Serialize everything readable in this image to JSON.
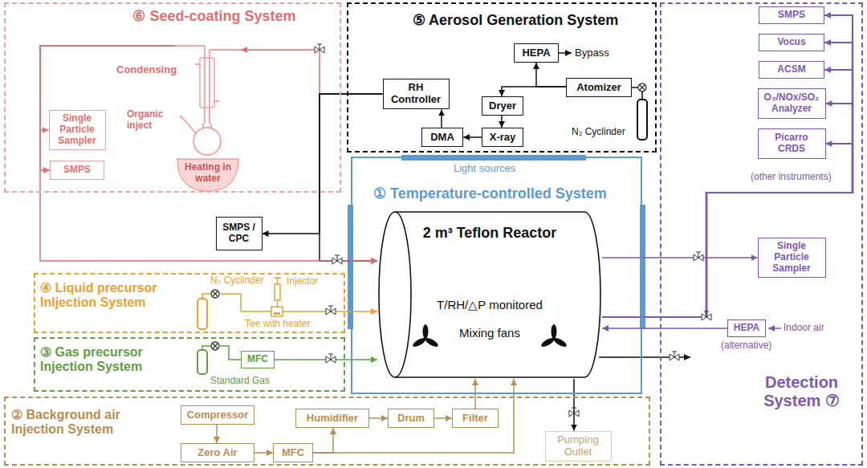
{
  "diagram": {
    "nodes": [
      {
        "text": [
          "⑥ Seed-coating System"
        ]
      },
      {
        "text": [
          "Single Particle Sampler"
        ],
        "in": 0
      },
      {
        "text": [
          "SMPS"
        ],
        "in": 0
      },
      {
        "text": [
          "Heating in water"
        ],
        "in": 0
      },
      {
        "text": [
          "⑤ Aerosol Generation System"
        ]
      },
      {
        "text": [
          "HEPA"
        ],
        "in": 4
      },
      {
        "text": [
          "Atomizer"
        ],
        "in": 4
      },
      {
        "text": [
          "Dryer"
        ],
        "in": 4
      },
      {
        "text": [
          "X-ray"
        ],
        "in": 4
      },
      {
        "text": [
          "DMA"
        ],
        "in": 4
      },
      {
        "text": [
          "RH Controller"
        ],
        "in": 4
      },
      {
        "text": [
          "SMPS / CPC"
        ]
      },
      {
        "text": [
          "① Temperature-controlled System"
        ]
      },
      {
        "text": [
          "2 m³ Teflon Reactor",
          "T/RH/△P monitored",
          "Mixing fans"
        ],
        "in": 12
      },
      {
        "text": [
          "Detection System ⑦"
        ]
      },
      {
        "text": [
          "SMPS"
        ],
        "in": 14
      },
      {
        "text": [
          "Vocus"
        ],
        "in": 14
      },
      {
        "text": [
          "ACSM"
        ],
        "in": 14
      },
      {
        "text": [
          "O₃/NOx/SO₂ Analyzer"
        ],
        "in": 14
      },
      {
        "text": [
          "Picarro CRDS"
        ],
        "in": 14
      },
      {
        "text": [
          "Single Particle Sampler"
        ],
        "in": 14
      },
      {
        "text": [
          "HEPA"
        ],
        "in": 14
      },
      {
        "text": [
          "④ Liquid precursor Inljection System"
        ]
      },
      {
        "text": [
          "③ Gas precursor Injection System"
        ]
      },
      {
        "text": [
          "MFC"
        ],
        "in": 23
      },
      {
        "text": [
          "② Background air Injection System"
        ]
      },
      {
        "text": [
          "Compressor"
        ],
        "in": 25
      },
      {
        "text": [
          "Zero Air"
        ],
        "in": 25
      },
      {
        "text": [
          "MFC"
        ],
        "in": 25
      },
      {
        "text": [
          "Humidifier"
        ],
        "in": 25
      },
      {
        "text": [
          "Drum"
        ],
        "in": 25
      },
      {
        "text": [
          "Filter"
        ],
        "in": 25
      },
      {
        "text": [
          "Pumping Outlet"
        ],
        "in": 25
      }
    ],
    "edges": [
      {
        "from": 6,
        "to": 5,
        "arrow": "to"
      },
      {
        "from": 6,
        "to": 7,
        "arrow": "to"
      },
      {
        "from": 7,
        "to": 8,
        "arrow": "to"
      },
      {
        "from": 8,
        "to": 9,
        "arrow": "to"
      },
      {
        "from": 9,
        "to": 10,
        "arrow": "to"
      },
      {
        "from": 10,
        "to": 3,
        "arrow": "to"
      },
      {
        "from": 10,
        "to": 13,
        "arrow": "to"
      },
      {
        "from": 10,
        "to": 11,
        "arrow": "to"
      },
      {
        "from": 3,
        "to": 1,
        "arrow": "to"
      },
      {
        "from": 3,
        "to": 2,
        "arrow": "to"
      },
      {
        "from": 3,
        "to": 13,
        "arrow": "to"
      },
      {
        "from": 22,
        "to": 13,
        "arrow": "to"
      },
      {
        "from": 24,
        "to": 13,
        "arrow": "to"
      },
      {
        "from": 26,
        "to": 27,
        "arrow": "to"
      },
      {
        "from": 27,
        "to": 28,
        "arrow": "to"
      },
      {
        "from": 28,
        "to": 29,
        "arrow": "to"
      },
      {
        "from": 28,
        "to": 13,
        "arrow": "to"
      },
      {
        "from": 29,
        "to": 30,
        "arrow": "to"
      },
      {
        "from": 30,
        "to": 31,
        "arrow": "to"
      },
      {
        "from": 31,
        "to": 13,
        "arrow": "to"
      },
      {
        "from": 13,
        "to": 32,
        "arrow": "to"
      },
      {
        "from": 13,
        "to": 20,
        "arrow": "to"
      },
      {
        "from": 13,
        "to": 15,
        "arrow": "to"
      },
      {
        "from": 13,
        "to": 16,
        "arrow": "to"
      },
      {
        "from": 13,
        "to": 17,
        "arrow": "to"
      },
      {
        "from": 13,
        "to": 18,
        "arrow": "to"
      },
      {
        "from": 13,
        "to": 19,
        "arrow": "to"
      },
      {
        "from": 21,
        "to": 13,
        "arrow": "to"
      }
    ],
    "labels": [
      "Bypass",
      "N₂ Cyclinder",
      "Condensing",
      "Organic inject",
      "Light sources",
      "(other instruments)",
      "Indoor air",
      "(alternative)",
      "N₂ Cyclinder",
      "Injector",
      "Tee with heater",
      "Standard Gas"
    ]
  }
}
